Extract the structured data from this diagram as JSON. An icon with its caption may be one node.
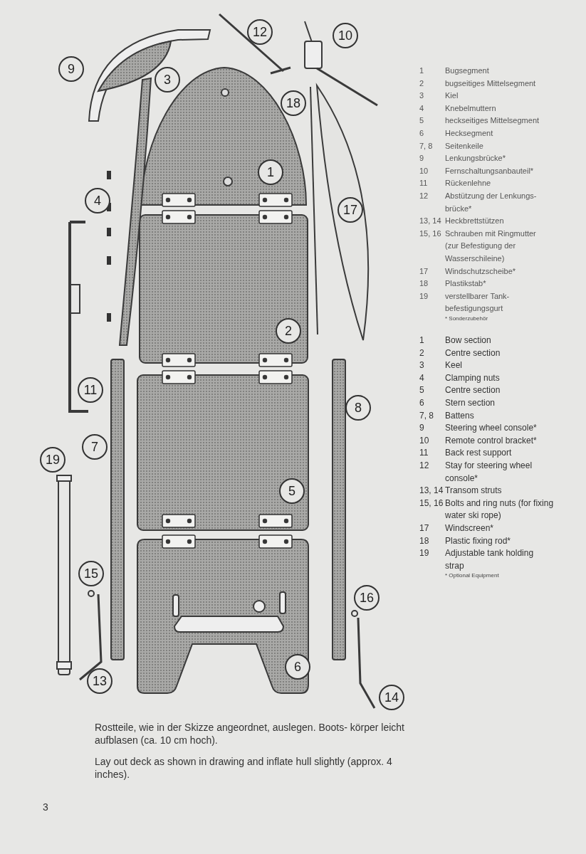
{
  "diagram": {
    "nodes": [
      {
        "text": [
          "1"
        ]
      },
      {
        "text": [
          "2"
        ]
      },
      {
        "text": [
          "3"
        ]
      },
      {
        "text": [
          "4"
        ]
      },
      {
        "text": [
          "5"
        ]
      },
      {
        "text": [
          "6"
        ]
      },
      {
        "text": [
          "7"
        ]
      },
      {
        "text": [
          "8"
        ]
      },
      {
        "text": [
          "9"
        ]
      },
      {
        "text": [
          "10"
        ]
      },
      {
        "text": [
          "11"
        ]
      },
      {
        "text": [
          "12"
        ]
      },
      {
        "text": [
          "13"
        ]
      },
      {
        "text": [
          "14"
        ]
      },
      {
        "text": [
          "15"
        ]
      },
      {
        "text": [
          "16"
        ]
      },
      {
        "text": [
          "17"
        ]
      },
      {
        "text": [
          "18"
        ]
      },
      {
        "text": [
          "19"
        ]
      }
    ],
    "labels": [
      "1",
      "Bugsegment",
      "2",
      "bugseitiges Mittelsegment",
      "3",
      "Kiel",
      "4",
      "Knebelmuttern",
      "5",
      "heckseitiges Mittelsegment",
      "6",
      "Hecksegment",
      "7, 8",
      "Seitenkeile",
      "9",
      "Lenkungsbrücke*",
      "10",
      "Fernschaltungsanbauteil*",
      "11",
      "Rückenlehne",
      "12",
      "Abstützung der Lenkungs- brücke*",
      "13, 14",
      "Heckbrettstützen",
      "15, 16",
      "Schrauben mit Ringmutter (zur Befestigung der Wasserschileine)",
      "17",
      "Windschutzscheibe*",
      "18",
      "Plastikstab*",
      "19",
      "verstellbarer Tank- befestigungsgurt",
      "* Sonderzubehör",
      "1",
      "Bow section",
      "2",
      "Centre section",
      "3",
      "Keel",
      "4",
      "Clamping nuts",
      "5",
      "Centre section",
      "6",
      "Stern section",
      "7, 8",
      "Battens",
      "9",
      "Steering wheel console*",
      "10",
      "Remote control bracket*",
      "11",
      "Back rest support",
      "12",
      "Stay for steering wheel console*",
      "13, 14",
      "Transom struts",
      "15, 16",
      "Bolts and ring nuts (for fixing water ski rope)",
      "17",
      "Windscreen*",
      "18",
      "Plastic fixing rod*",
      "19",
      "Adjustable tank holding strap",
      "* Optional Equipment",
      "Rostteile, wie in der Skizze angeordnet, auslegen. Boots- körper leicht aufblasen (ca. 10 cm hoch).",
      "Lay out deck as shown in drawing and inflate hull slightly (approx. 4 inches).",
      "3"
    ]
  }
}
